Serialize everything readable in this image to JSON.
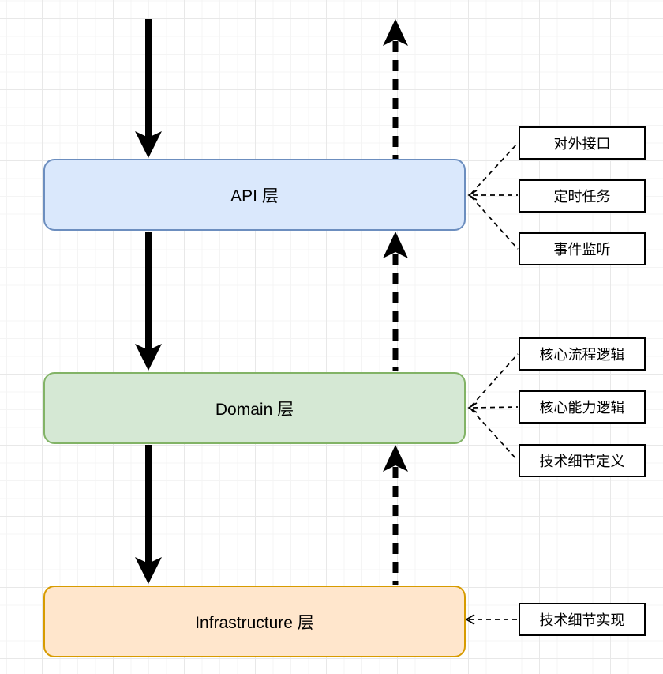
{
  "diagram": {
    "title": "layered-architecture",
    "layers": [
      {
        "id": "api",
        "title": "API 层",
        "fill_color": "#dae8fc",
        "border_color": "#6c8ebf",
        "annotations": [
          "对外接口",
          "定时任务",
          "事件监听"
        ]
      },
      {
        "id": "domain",
        "title": "Domain 层",
        "fill_color": "#d5e8d4",
        "border_color": "#82b366",
        "annotations": [
          "核心流程逻辑",
          "核心能力逻辑",
          "技术细节定义"
        ]
      },
      {
        "id": "infrastructure",
        "title": "Infrastructure 层",
        "fill_color": "#ffe6cc",
        "border_color": "#d79b00",
        "annotations": [
          "技术细节实现"
        ]
      }
    ],
    "arrows": {
      "downward_style": "solid",
      "upward_style": "dashed",
      "color": "#000000"
    },
    "annotation_box_style": {
      "fill_color": "#ffffff",
      "border_color": "#000000",
      "connector_style": "dashed"
    }
  }
}
